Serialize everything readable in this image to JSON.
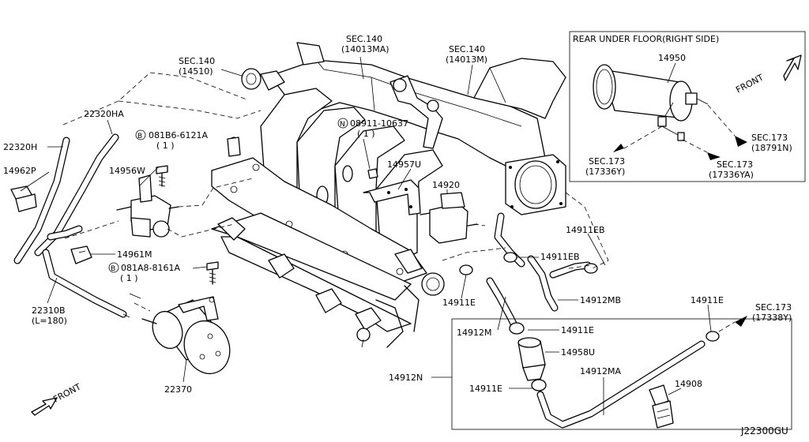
{
  "diagram_code": "J22300GU",
  "inset": {
    "title": "REAR UNDER FLOOR(RIGHT SIDE)"
  },
  "labels": {
    "sec140_14510": [
      "SEC.140",
      "(14510)"
    ],
    "sec140_14013ma": [
      "SEC.140",
      "(14013MA)"
    ],
    "sec140_14013m": [
      "SEC.140",
      "(14013M)"
    ],
    "p22320ha": "22320HA",
    "p22320h": "22320H",
    "bolt_081b6": [
      "081B6-6121A",
      "( 1 )"
    ],
    "p14962p": "14962P",
    "p14956w": "14956W",
    "nut_08911": [
      "08911-10637",
      "( 1 )"
    ],
    "p14957u": "14957U",
    "p14920": "14920",
    "p14961m": "14961M",
    "bolt_081a8": [
      "081A8-8161A",
      "( 1 )"
    ],
    "p22310b": [
      "22310B",
      "(L=180)"
    ],
    "p22370": "22370",
    "front_bottom": "FRONT",
    "p14911eb_a": "14911EB",
    "p14911eb_b": "14911EB",
    "p14912mb": "14912MB",
    "p14911e_a": "14911E",
    "p14911e_b": "14911E",
    "p14911e_c": "14911E",
    "p14911e_d": "14911E",
    "p14912m": "14912M",
    "p14958u": "14958U",
    "p14912ma": "14912MA",
    "p14908": "14908",
    "p14912n": "14912N",
    "sec173_17338y": [
      "SEC.173",
      "(17338Y)"
    ],
    "p14950": "14950",
    "front_inset": "FRONT",
    "sec173_18791n": [
      "SEC.173",
      "(18791N)"
    ],
    "sec173_17336y": [
      "SEC.173",
      "(17336Y)"
    ],
    "sec173_17336ya": [
      "SEC.173",
      "(17336YA)"
    ],
    "symbol_b": "B",
    "symbol_n": "N"
  }
}
